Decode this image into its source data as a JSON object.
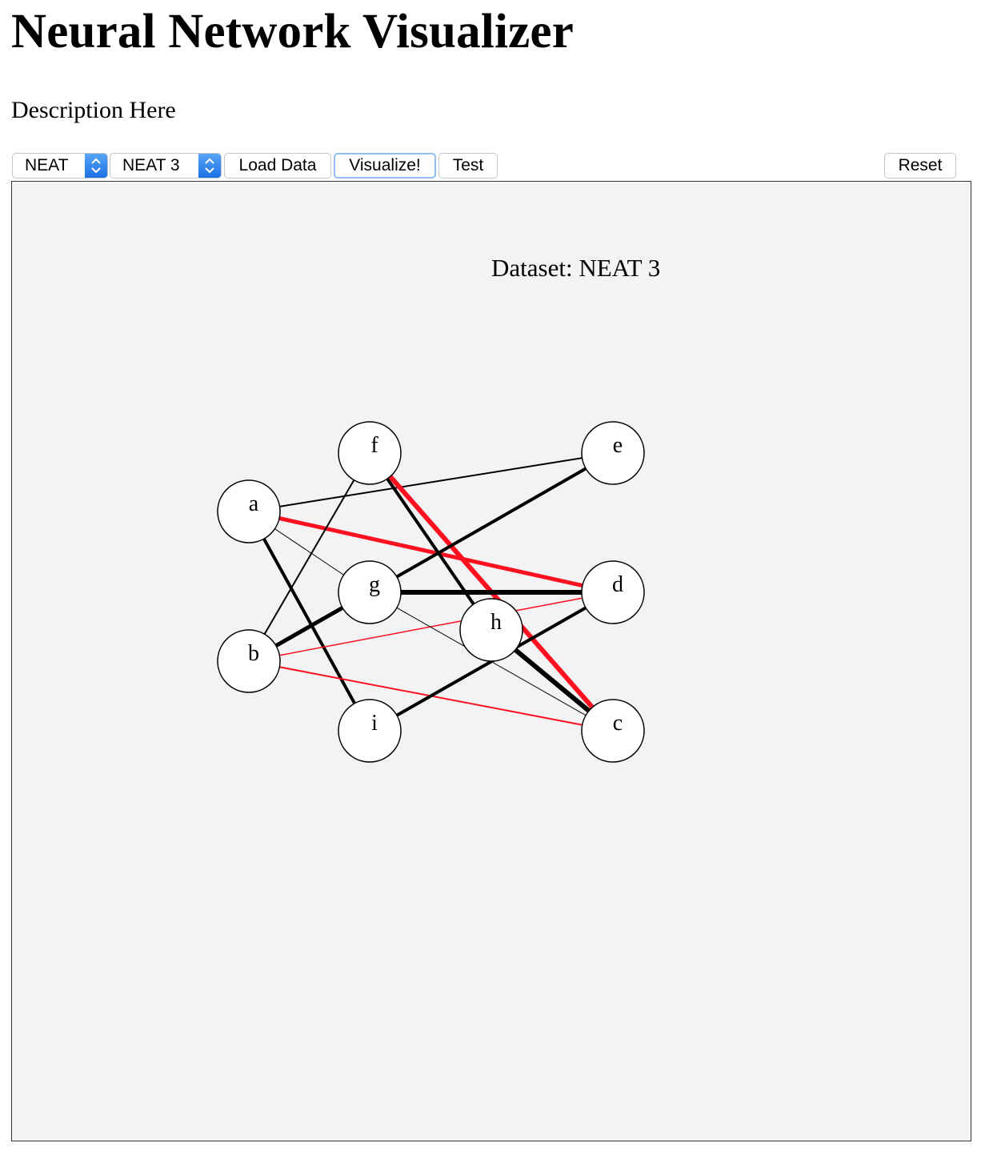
{
  "header": {
    "title": "Neural Network Visualizer",
    "description": "Description Here"
  },
  "toolbar": {
    "algorithm_select": {
      "selected": "NEAT"
    },
    "dataset_select": {
      "selected": "NEAT 3"
    },
    "load_data_label": "Load Data",
    "visualize_label": "Visualize!",
    "test_label": "Test",
    "reset_label": "Reset"
  },
  "canvas": {
    "dataset_text": "Dataset: NEAT 3"
  },
  "diagram": {
    "colors": {
      "positive": "#000000",
      "negative": "#ff1020",
      "node_fill": "#ffffff",
      "background": "#f3f3f3"
    },
    "nodes": [
      {
        "id": "a"
      },
      {
        "id": "b"
      },
      {
        "id": "c"
      },
      {
        "id": "d"
      },
      {
        "id": "e"
      },
      {
        "id": "f"
      },
      {
        "id": "g"
      },
      {
        "id": "h"
      },
      {
        "id": "i"
      }
    ],
    "edges": [
      {
        "from": "a",
        "to": "e",
        "sign": "positive",
        "weight": 2
      },
      {
        "from": "a",
        "to": "d",
        "sign": "negative",
        "weight": 5
      },
      {
        "from": "a",
        "to": "g",
        "sign": "positive",
        "weight": 1
      },
      {
        "from": "a",
        "to": "i",
        "sign": "positive",
        "weight": 4
      },
      {
        "from": "b",
        "to": "f",
        "sign": "positive",
        "weight": 2
      },
      {
        "from": "b",
        "to": "g",
        "sign": "positive",
        "weight": 5
      },
      {
        "from": "b",
        "to": "d",
        "sign": "negative",
        "weight": 1.5
      },
      {
        "from": "b",
        "to": "c",
        "sign": "negative",
        "weight": 2
      },
      {
        "from": "f",
        "to": "h",
        "sign": "positive",
        "weight": 4
      },
      {
        "from": "f",
        "to": "c",
        "sign": "negative",
        "weight": 6
      },
      {
        "from": "g",
        "to": "e",
        "sign": "positive",
        "weight": 4
      },
      {
        "from": "g",
        "to": "d",
        "sign": "positive",
        "weight": 6
      },
      {
        "from": "g",
        "to": "c",
        "sign": "positive",
        "weight": 1
      },
      {
        "from": "h",
        "to": "c",
        "sign": "positive",
        "weight": 6
      },
      {
        "from": "i",
        "to": "d",
        "sign": "positive",
        "weight": 4
      }
    ]
  }
}
